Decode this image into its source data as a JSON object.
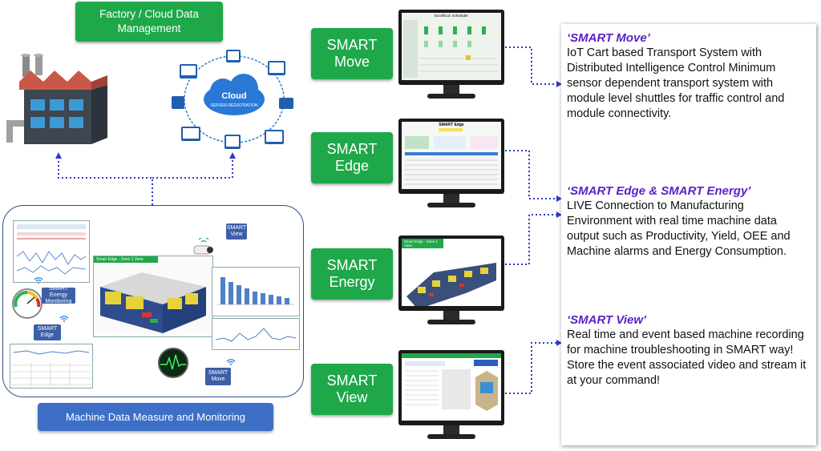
{
  "top_label": "Factory / Cloud Data\nManagement",
  "bottom_label": "Machine Data Measure and Monitoring",
  "cloud": {
    "title": "Cloud",
    "subtitle": "SERVER REGISTRATION"
  },
  "side_buttons": [
    {
      "label": "SMART\nMove"
    },
    {
      "label": "SMART\nEdge"
    },
    {
      "label": "SMART\nEnergy"
    },
    {
      "label": "SMART\nView"
    }
  ],
  "descriptions": [
    {
      "title": "‘SMART Move’",
      "body": "IoT Cart based Transport System with Distributed Intelligence Control Minimum sensor dependent transport system with module level shuttles for traffic control and module connectivity."
    },
    {
      "title": "‘SMART Edge & SMART Energy’",
      "body": "LIVE Connection to Manufacturing Environment with real time machine data output such as Productivity, Yield, OEE and Machine alarms and Energy Consumption."
    },
    {
      "title": "‘SMART View’",
      "body": "Real time and event based machine recording for machine troubleshooting in SMART way! Store the event associated video and stream it at your command!"
    }
  ],
  "screen_titles": {
    "move": "Excellicon Scheduler",
    "edge": "SMART Edge",
    "energy": "Smart Edge - Zone 1 View"
  },
  "inner_tags": {
    "view": "SMART\nView",
    "energy": "SMART Energy\nMonitoring",
    "edge": "SMART\nEdge",
    "move": "SMART\nMove",
    "machine_title": "Smart Edge - Zone 1 View"
  },
  "colors": {
    "green": "#1fa84a",
    "blue": "#3d6fc6",
    "purple": "#5a22c9",
    "connector": "#2d38c8"
  }
}
